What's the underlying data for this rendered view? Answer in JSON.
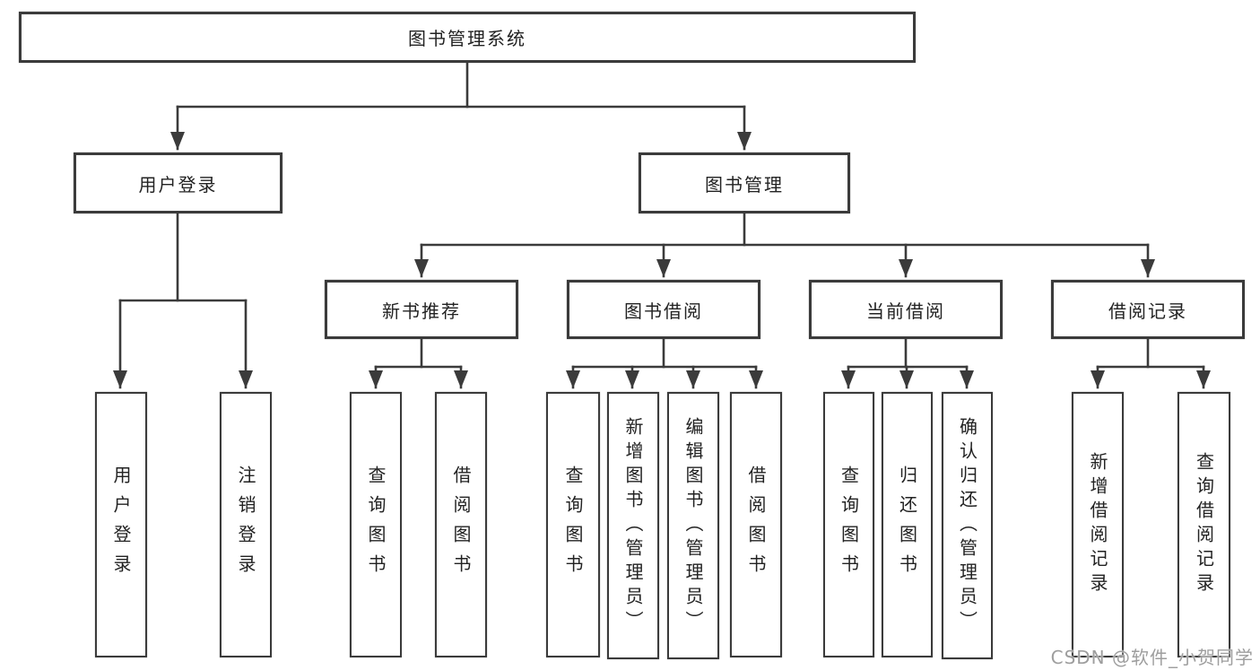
{
  "tree": {
    "root": "图书管理系统",
    "children": [
      {
        "label": "用户登录",
        "children": [
          "用户登录",
          "注销登录"
        ]
      },
      {
        "label": "图书管理",
        "children": [
          {
            "label": "新书推荐",
            "children": [
              "查询图书",
              "借阅图书"
            ]
          },
          {
            "label": "图书借阅",
            "children": [
              "查询图书",
              "新增图书（管理员）",
              "编辑图书（管理员）",
              "借阅图书"
            ]
          },
          {
            "label": "当前借阅",
            "children": [
              "查询图书",
              "归还图书",
              "确认归还（管理员）"
            ]
          },
          {
            "label": "借阅记录",
            "children": [
              "新增借阅记录",
              "查询借阅记录"
            ]
          }
        ]
      }
    ]
  },
  "watermark": "CSDN @软件_小贺同学",
  "colors": {
    "line": "#3b3b3b",
    "text": "#222222",
    "watermark": "#9e9e9e",
    "bg": "#ffffff"
  }
}
